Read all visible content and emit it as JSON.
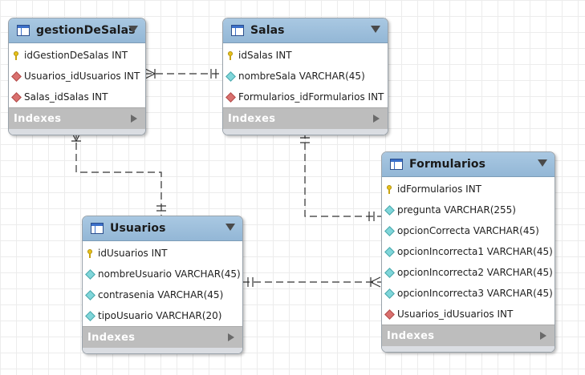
{
  "tables": {
    "gestion": {
      "title": "gestionDeSalas",
      "columns": [
        {
          "icon": "key-icon",
          "text": "idGestionDeSalas INT"
        },
        {
          "icon": "foreign-key-icon",
          "text": "Usuarios_idUsuarios INT"
        },
        {
          "icon": "foreign-key-icon",
          "text": "Salas_idSalas INT"
        }
      ],
      "indexes_label": "Indexes"
    },
    "salas": {
      "title": "Salas",
      "columns": [
        {
          "icon": "key-icon",
          "text": "idSalas INT"
        },
        {
          "icon": "column-icon",
          "text": "nombreSala VARCHAR(45)"
        },
        {
          "icon": "foreign-key-icon",
          "text": "Formularios_idFormularios INT"
        }
      ],
      "indexes_label": "Indexes"
    },
    "usuarios": {
      "title": "Usuarios",
      "columns": [
        {
          "icon": "key-icon",
          "text": "idUsuarios INT"
        },
        {
          "icon": "column-icon",
          "text": "nombreUsuario VARCHAR(45)"
        },
        {
          "icon": "column-icon",
          "text": "contrasenia VARCHAR(45)"
        },
        {
          "icon": "column-icon",
          "text": "tipoUsuario VARCHAR(20)"
        }
      ],
      "indexes_label": "Indexes"
    },
    "formularios": {
      "title": "Formularios",
      "columns": [
        {
          "icon": "key-icon",
          "text": "idFormularios INT"
        },
        {
          "icon": "column-icon",
          "text": "pregunta VARCHAR(255)"
        },
        {
          "icon": "column-icon",
          "text": "opcionCorrecta VARCHAR(45)"
        },
        {
          "icon": "column-icon",
          "text": "opcionIncorrecta1 VARCHAR(45)"
        },
        {
          "icon": "column-icon",
          "text": "opcionIncorrecta2 VARCHAR(45)"
        },
        {
          "icon": "column-icon",
          "text": "opcionIncorrecta3 VARCHAR(45)"
        },
        {
          "icon": "foreign-key-icon",
          "text": "Usuarios_idUsuarios INT"
        }
      ],
      "indexes_label": "Indexes"
    }
  },
  "colors": {
    "header": "#9dbfdc",
    "foreign_key": "#d9706e",
    "column": "#7fd6da",
    "primary_key": "#e8c21a",
    "indexes_bar": "#bdbdbd",
    "connector": "#333333"
  }
}
